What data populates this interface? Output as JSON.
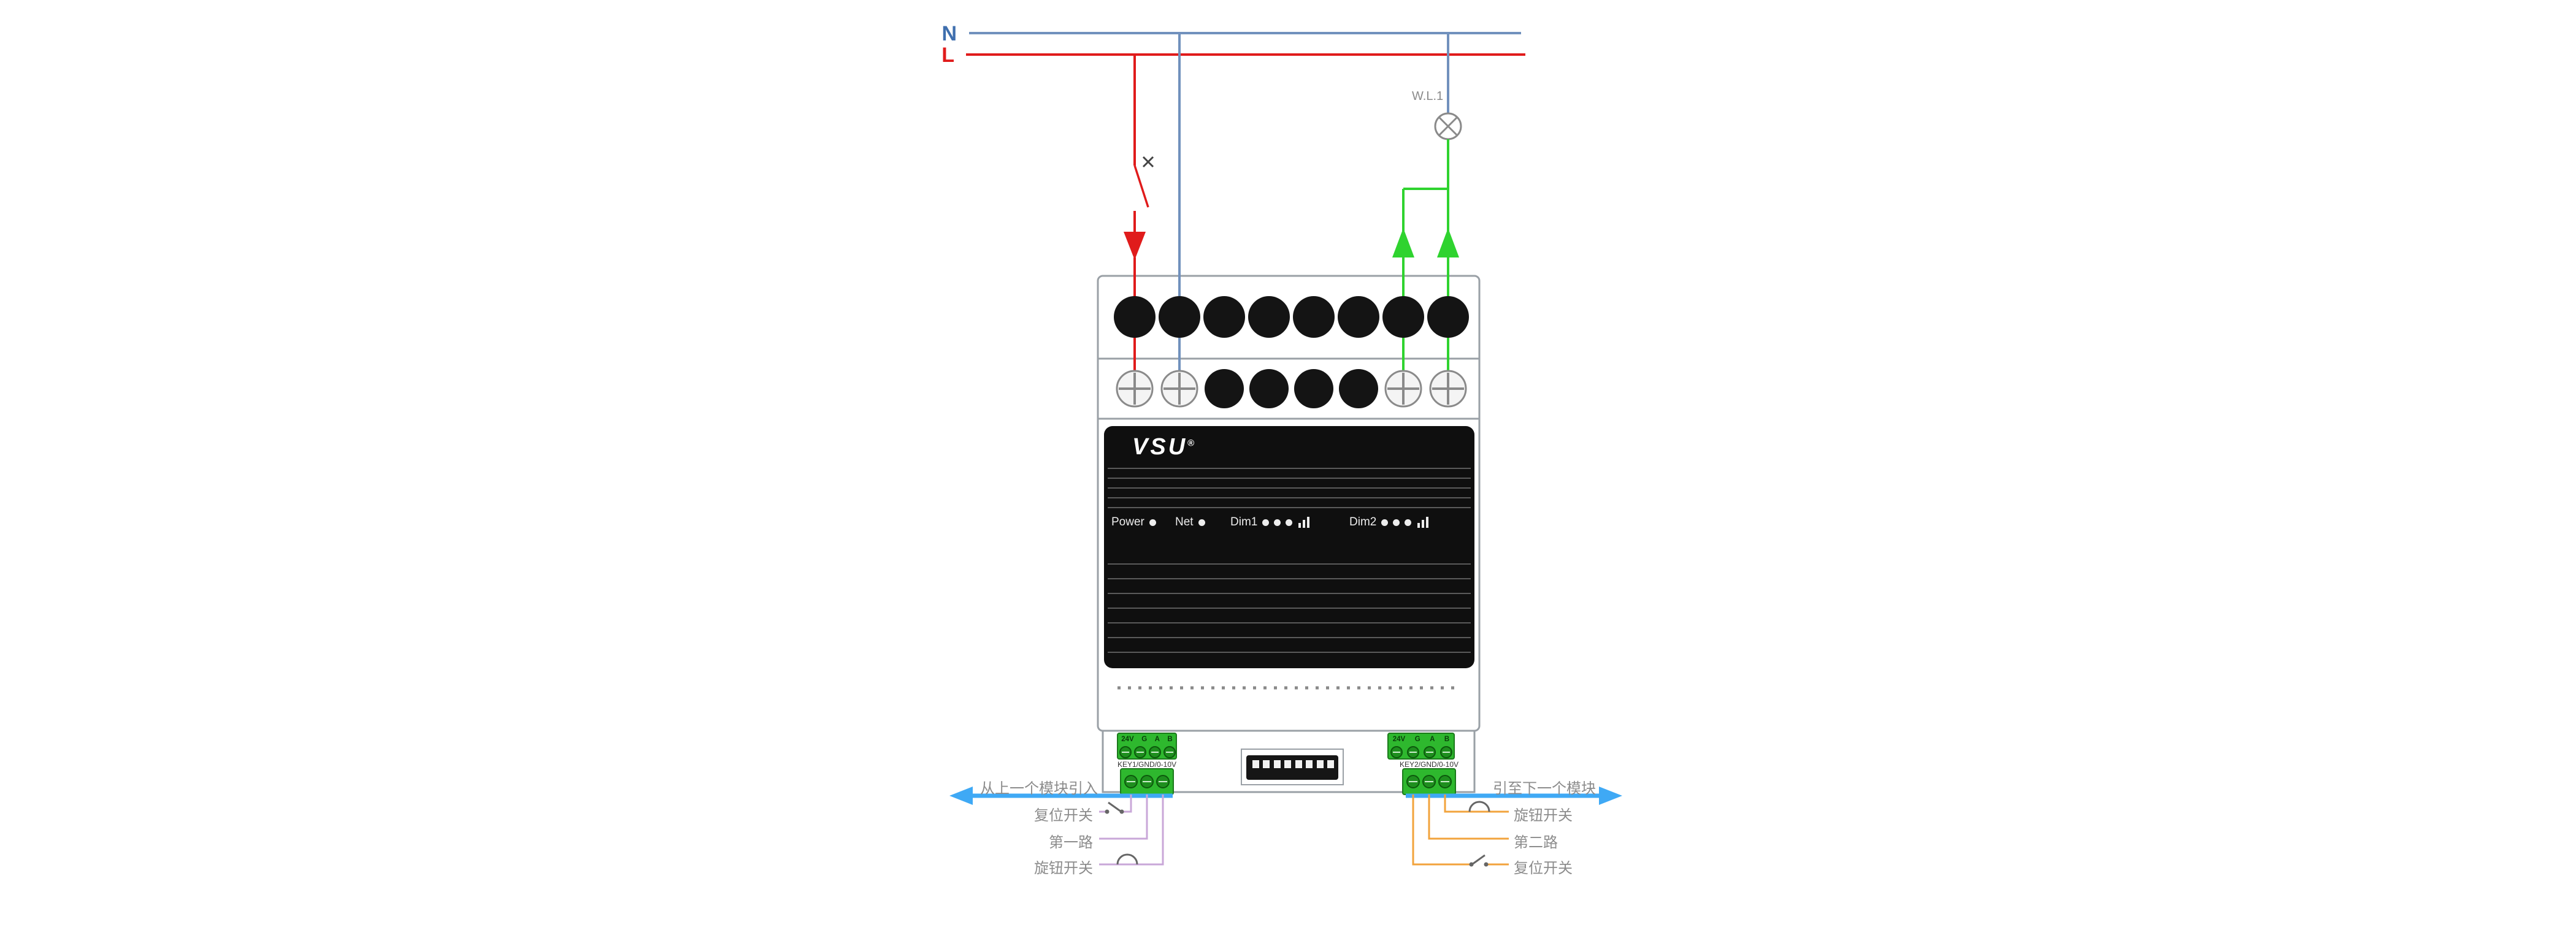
{
  "supply": {
    "neutral": "N",
    "live": "L"
  },
  "lamp": {
    "label": "W.L.1"
  },
  "module": {
    "brand": "VSU",
    "brand_reg": "®",
    "leds": {
      "power": "Power",
      "net": "Net",
      "dim1": "Dim1",
      "dim2": "Dim2"
    },
    "left_terminal_header": [
      "24V",
      "G",
      "A",
      "B"
    ],
    "right_terminal_header": [
      "24V",
      "G",
      "A",
      "B"
    ],
    "key1_label": "KEY1/GND/0-10V",
    "key2_label": "KEY2/GND/0-10V"
  },
  "bus": {
    "incoming": "从上一个模块引入",
    "outgoing": "引至下一个模块"
  },
  "left_circuit": {
    "labels": [
      "复位开关",
      "第一路",
      "旋钮开关"
    ]
  },
  "right_circuit": {
    "labels": [
      "旋钮开关",
      "第二路",
      "复位开关"
    ]
  },
  "colors": {
    "neutral_wire": "#3f6fae",
    "neutral_line": "#7191bd",
    "live_wire": "#e01b1b",
    "dim_wire": "#2fd32f",
    "bus_arrow": "#3fa9f5",
    "left_circuit_wire": "#c9a7d8",
    "right_circuit_wire": "#f2a33c",
    "terminal_green": "#2eb82e"
  }
}
